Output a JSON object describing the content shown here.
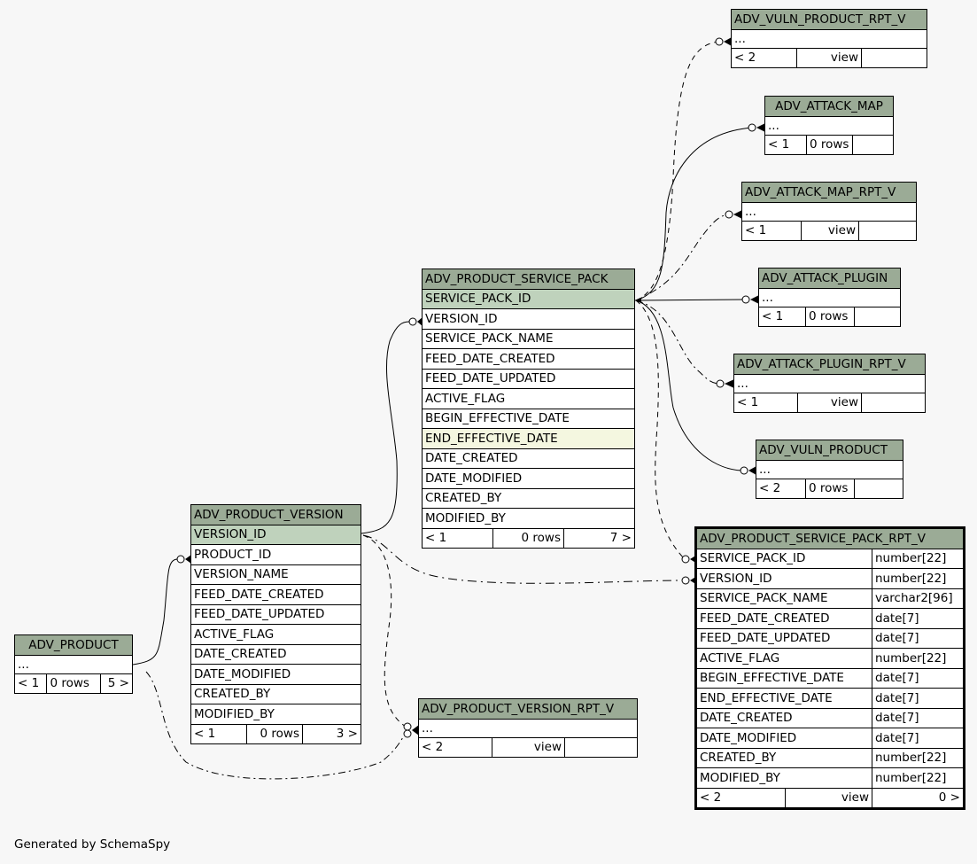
{
  "footer": "Generated by SchemaSpy",
  "colors": {
    "header": "#9bab96",
    "primary_key": "#bfd2bc",
    "indexed": "#f4f7e0",
    "background": "#f7f7f7"
  },
  "tables": {
    "adv_product": {
      "name": "ADV_PRODUCT",
      "columns": [
        "..."
      ],
      "parents": "< 1",
      "rows": "0 rows",
      "children": "5 >"
    },
    "adv_product_version": {
      "name": "ADV_PRODUCT_VERSION",
      "columns": [
        "VERSION_ID",
        "PRODUCT_ID",
        "VERSION_NAME",
        "FEED_DATE_CREATED",
        "FEED_DATE_UPDATED",
        "ACTIVE_FLAG",
        "DATE_CREATED",
        "DATE_MODIFIED",
        "CREATED_BY",
        "MODIFIED_BY"
      ],
      "parents": "< 1",
      "rows": "0 rows",
      "children": "3 >"
    },
    "adv_product_service_pack": {
      "name": "ADV_PRODUCT_SERVICE_PACK",
      "columns": [
        "SERVICE_PACK_ID",
        "VERSION_ID",
        "SERVICE_PACK_NAME",
        "FEED_DATE_CREATED",
        "FEED_DATE_UPDATED",
        "ACTIVE_FLAG",
        "BEGIN_EFFECTIVE_DATE",
        "END_EFFECTIVE_DATE",
        "DATE_CREATED",
        "DATE_MODIFIED",
        "CREATED_BY",
        "MODIFIED_BY"
      ],
      "parents": "< 1",
      "rows": "0 rows",
      "children": "7 >"
    },
    "adv_product_version_rpt_v": {
      "name": "ADV_PRODUCT_VERSION_RPT_V",
      "columns": [
        "..."
      ],
      "parents": "< 2",
      "rows": "view",
      "children": ""
    },
    "adv_vuln_product_rpt_v": {
      "name": "ADV_VULN_PRODUCT_RPT_V",
      "columns": [
        "..."
      ],
      "parents": "< 2",
      "rows": "view",
      "children": ""
    },
    "adv_attack_map": {
      "name": "ADV_ATTACK_MAP",
      "columns": [
        "..."
      ],
      "parents": "< 1",
      "rows": "0 rows",
      "children": ""
    },
    "adv_attack_map_rpt_v": {
      "name": "ADV_ATTACK_MAP_RPT_V",
      "columns": [
        "..."
      ],
      "parents": "< 1",
      "rows": "view",
      "children": ""
    },
    "adv_attack_plugin": {
      "name": "ADV_ATTACK_PLUGIN",
      "columns": [
        "..."
      ],
      "parents": "< 1",
      "rows": "0 rows",
      "children": ""
    },
    "adv_attack_plugin_rpt_v": {
      "name": "ADV_ATTACK_PLUGIN_RPT_V",
      "columns": [
        "..."
      ],
      "parents": "< 1",
      "rows": "view",
      "children": ""
    },
    "adv_vuln_product": {
      "name": "ADV_VULN_PRODUCT",
      "columns": [
        "..."
      ],
      "parents": "< 2",
      "rows": "0 rows",
      "children": ""
    },
    "adv_product_service_pack_rpt_v": {
      "name": "ADV_PRODUCT_SERVICE_PACK_RPT_V",
      "columns": [
        {
          "name": "SERVICE_PACK_ID",
          "type": "number[22]"
        },
        {
          "name": "VERSION_ID",
          "type": "number[22]"
        },
        {
          "name": "SERVICE_PACK_NAME",
          "type": "varchar2[96]"
        },
        {
          "name": "FEED_DATE_CREATED",
          "type": "date[7]"
        },
        {
          "name": "FEED_DATE_UPDATED",
          "type": "date[7]"
        },
        {
          "name": "ACTIVE_FLAG",
          "type": "number[22]"
        },
        {
          "name": "BEGIN_EFFECTIVE_DATE",
          "type": "date[7]"
        },
        {
          "name": "END_EFFECTIVE_DATE",
          "type": "date[7]"
        },
        {
          "name": "DATE_CREATED",
          "type": "date[7]"
        },
        {
          "name": "DATE_MODIFIED",
          "type": "date[7]"
        },
        {
          "name": "CREATED_BY",
          "type": "number[22]"
        },
        {
          "name": "MODIFIED_BY",
          "type": "number[22]"
        }
      ],
      "parents": "< 2",
      "rows": "view",
      "children": "0 >"
    }
  }
}
